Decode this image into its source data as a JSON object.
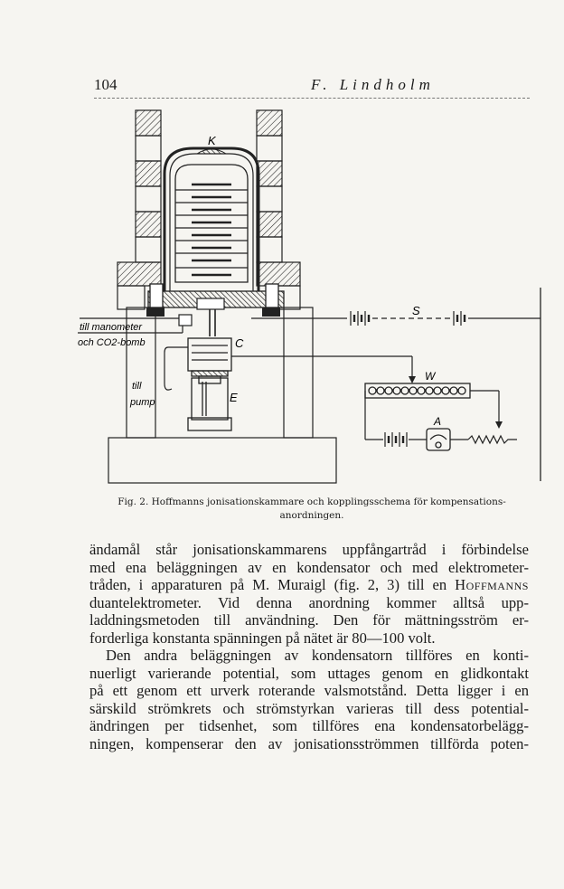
{
  "header": {
    "page_number": "104",
    "running_head": "F. Lindholm"
  },
  "figure": {
    "labels": {
      "K": "K",
      "C": "C",
      "E": "E",
      "S": "S",
      "W": "W",
      "A": "A",
      "manometer": "till manometer",
      "co2": "och CO2-bomb",
      "till": "till",
      "pump": "pump"
    }
  },
  "caption": {
    "line1": "Fig. 2. Hoffmanns jonisationskammare och kopplingsschema för kompensations-",
    "line2": "anordningen."
  },
  "body": {
    "lines": [
      "ändamål står jonisationskammarens uppfångartråd i förbindelse",
      "med ena beläggningen av en kondensator och med elektrometer-",
      "tråden, i apparaturen på M. Muraigl (fig. 2, 3) till en",
      "duantelektrometer. Vid denna anordning kommer alltså upp-",
      "laddningsmetoden till användning. Den för mättningsström er-",
      "forderliga konstanta spänningen på nätet är 80—100 volt.",
      "Den andra beläggningen av kondensatorn tillföres en konti-",
      "nuerligt varierande potential, som uttages genom en glidkontakt",
      "på ett genom ett urverk roterande valsmotstånd. Detta ligger i en",
      "särskild strömkrets och strömstyrkan varieras till dess potential-",
      "ändringen per tidsenhet, som tillföres ena kondensatorbelägg-",
      "ningen, kompenserar den av jonisationsströmmen tillförda poten-"
    ],
    "smallcaps_name": "Hoffmanns"
  }
}
